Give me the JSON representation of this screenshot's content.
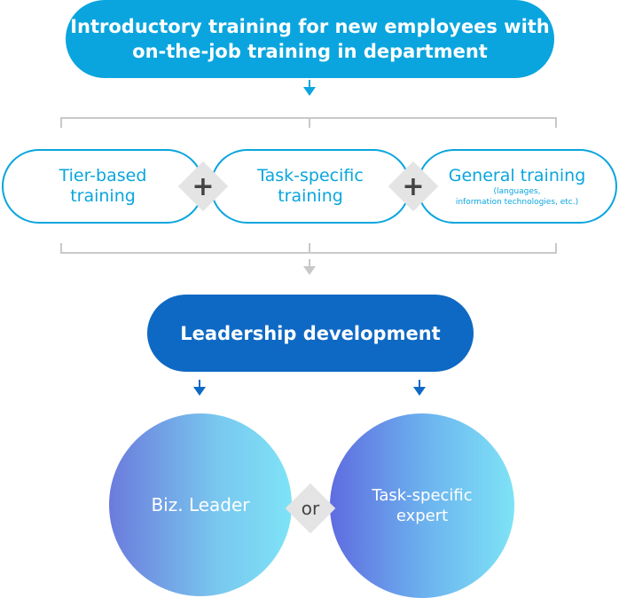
{
  "top_box": {
    "line1": "Introductory training for new employees with",
    "line2": "on-the-job training in department"
  },
  "training_types": [
    {
      "line1": "Tier-based",
      "line2": "training"
    },
    {
      "line1": "Task-specific",
      "line2": "training"
    },
    {
      "line1": "General training",
      "sub1": "(languages,",
      "sub2": "information technologies, etc.)"
    }
  ],
  "connectors": {
    "plus": "+",
    "or": "or"
  },
  "leadership": {
    "label": "Leadership development"
  },
  "outcomes": {
    "left": {
      "label": "Biz. Leader"
    },
    "right": {
      "line1": "Task-specific",
      "line2": "expert"
    }
  },
  "colors": {
    "primary_cyan": "#0aa5de",
    "leadership_blue": "#0e69c4",
    "bracket_gray": "#c9c9c9",
    "diamond_gray": "#e4e4e4"
  }
}
